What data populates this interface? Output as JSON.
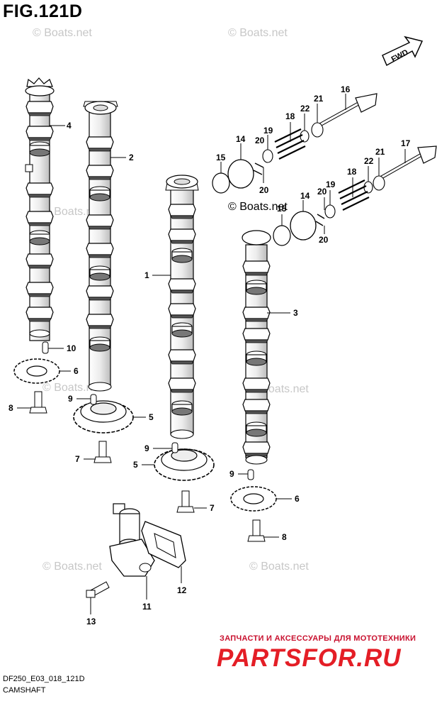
{
  "figure": {
    "title": "FIG.121D",
    "code": "DF250_E03_018_121D",
    "name": "CAMSHAFT"
  },
  "direction_arrow": "FWD",
  "watermark": "© Boats.net",
  "brand": {
    "tagline": "ЗАПЧАСТИ И АКСЕССУАРЫ ДЛЯ МОТОТЕХНИКИ",
    "logo": "PARTSFOR.RU",
    "color": "#e41e26"
  },
  "callouts": [
    "1",
    "2",
    "3",
    "4",
    "5",
    "5",
    "6",
    "6",
    "7",
    "7",
    "8",
    "8",
    "9",
    "9",
    "9",
    "10",
    "11",
    "12",
    "13",
    "14",
    "14",
    "15",
    "15",
    "16",
    "17",
    "18",
    "18",
    "19",
    "19",
    "20",
    "20",
    "20",
    "20",
    "21",
    "21",
    "22",
    "22"
  ]
}
